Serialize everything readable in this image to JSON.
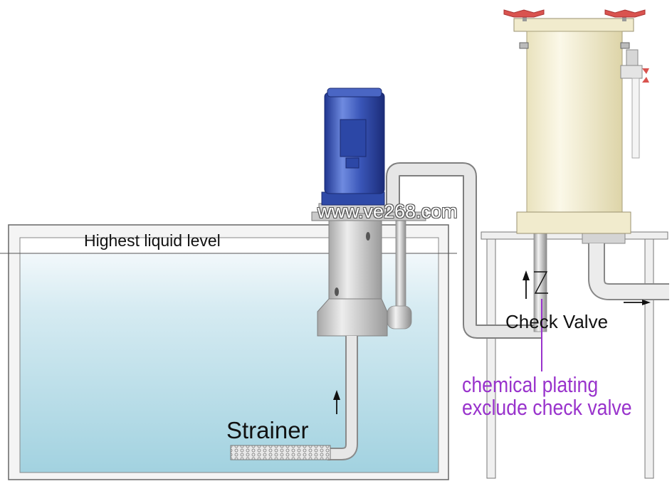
{
  "labels": {
    "highest_liquid_level": "Highest liquid level",
    "strainer": "Strainer",
    "check_valve": "Check Valve",
    "chemical_plating_line1": "chemical plating",
    "chemical_plating_line2": "exclude check valve",
    "watermark": "www.ve268.com"
  },
  "colors": {
    "annotation_purple": "#9933cc",
    "motor_blue": "#3a56b8",
    "liquid_top": "#e4f1f6",
    "liquid_bottom": "#9fd0df",
    "pipe_grey": "#c8c8c8",
    "filter_body": "#f7f2d8",
    "handwheel_red": "#d9534f"
  }
}
